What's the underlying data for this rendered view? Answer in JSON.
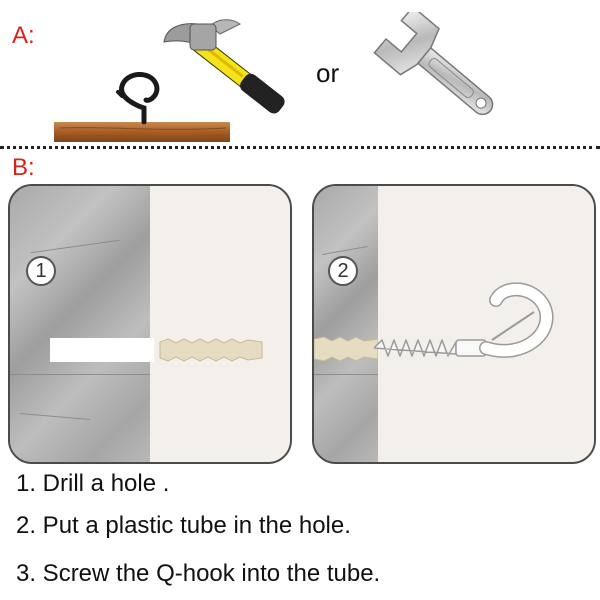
{
  "section_a": {
    "label": "A:",
    "connector_word": "or"
  },
  "section_b": {
    "label": "B:",
    "panels": [
      {
        "step_number": "1"
      },
      {
        "step_number": "2"
      }
    ]
  },
  "instructions": [
    "1. Drill a hole .",
    "2. Put a plastic tube in the hole.",
    "3. Screw the Q-hook into the tube."
  ],
  "colors": {
    "label_red": "#d8231c",
    "hammer_yellow": "#f4e21c",
    "wood": "#b56a2e",
    "plastic_tube": "#e6dcc2",
    "hook_white": "#ffffff"
  },
  "icons": [
    "q-hook-icon",
    "hammer-icon",
    "wrench-icon",
    "plastic-anchor-icon",
    "screw-hook-icon"
  ]
}
